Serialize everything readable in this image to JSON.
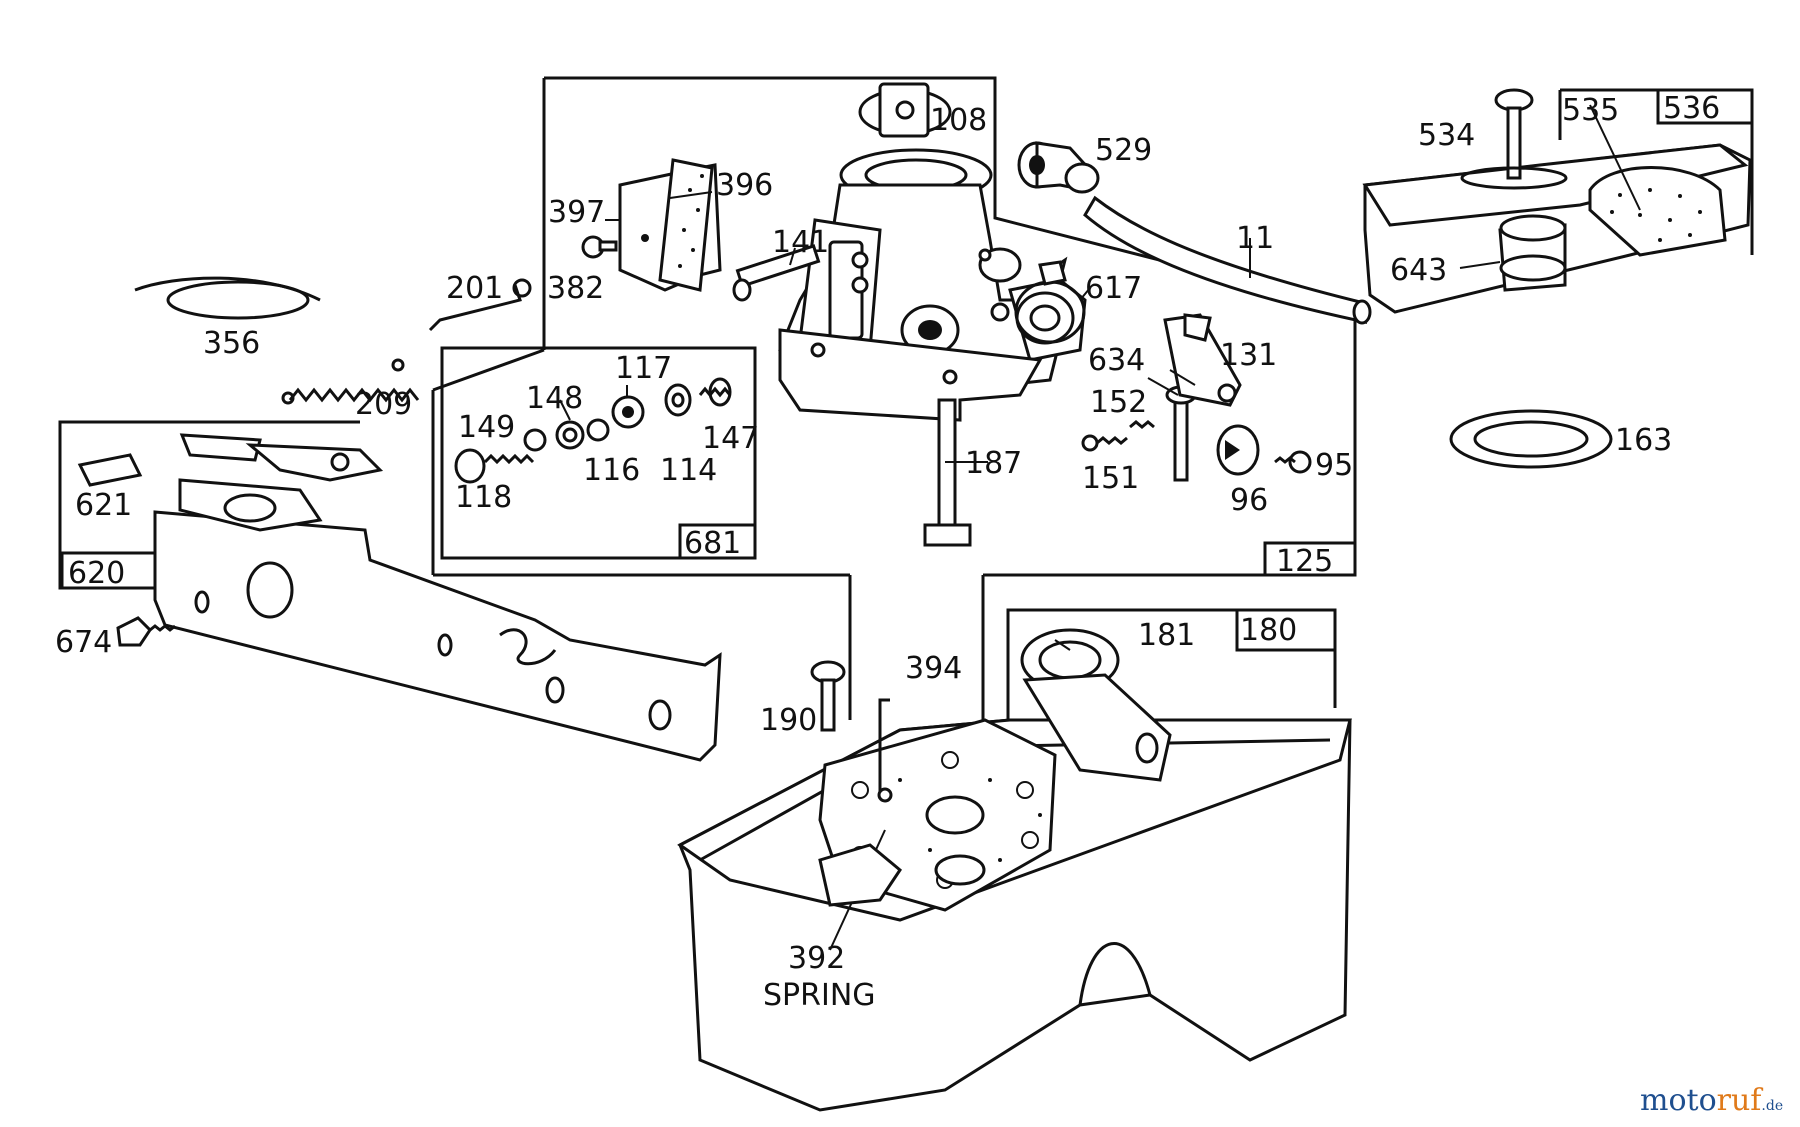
{
  "diagram": {
    "part_labels": {
      "p108": "108",
      "p396": "396",
      "p397": "397",
      "p382": "382",
      "p201": "201",
      "p141": "141",
      "p529": "529",
      "p534": "534",
      "p535": "535",
      "p643": "643",
      "p11": "11",
      "p617": "617",
      "p356": "356",
      "p209": "209",
      "p117": "117",
      "p148": "148",
      "p149": "149",
      "p147": "147",
      "p116": "116",
      "p114": "114",
      "p118": "118",
      "p634": "634",
      "p131": "131",
      "p152": "152",
      "p151": "151",
      "p95": "95",
      "p96": "96",
      "p187": "187",
      "p163": "163",
      "p621": "621",
      "p674": "674",
      "p190": "190",
      "p394": "394",
      "p181": "181",
      "p392": "392",
      "spring": "SPRING"
    },
    "box_labels": {
      "b536": "536",
      "b681": "681",
      "b125": "125",
      "b620": "620",
      "b180": "180"
    },
    "watermark": {
      "brand_main": "moto",
      "brand_accent": "ruf",
      "brand_tld": ".de",
      "colors": {
        "main": "#1f4f8f",
        "accent": "#e07a1a"
      }
    }
  }
}
